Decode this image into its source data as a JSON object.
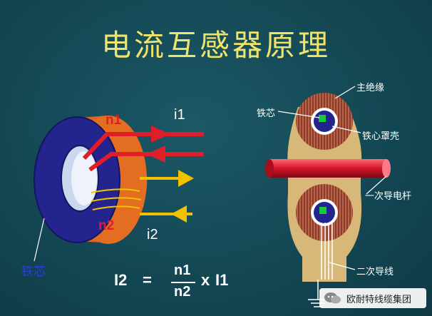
{
  "title": "电流互感器原理",
  "left_diagram": {
    "n1": "n1",
    "n2": "n2",
    "i1": "i1",
    "i2": "i2",
    "core_label": "铁芯"
  },
  "formula": {
    "lhs": "I2",
    "equals": "=",
    "numerator": "n1",
    "denominator": "n2",
    "times": "x",
    "rhs": "I1"
  },
  "right_diagram": {
    "main_insulation": "主绝缘",
    "core": "铁芯",
    "core_shield": "铁心罩壳",
    "primary_conductor": "一次导电杆",
    "secondary_lead": "二次导线"
  },
  "watermark": "欧耐特线缆集团",
  "colors": {
    "background": "#134653",
    "title": "#f0e36a",
    "core_blue": "#20208a",
    "winding_orange": "#e0641e",
    "primary_red": "#e01e2a",
    "secondary_yellow": "#f2c200",
    "insulation_brown": "#8c3a28",
    "tan_body": "#d8b878",
    "core_green": "#18c93c"
  }
}
